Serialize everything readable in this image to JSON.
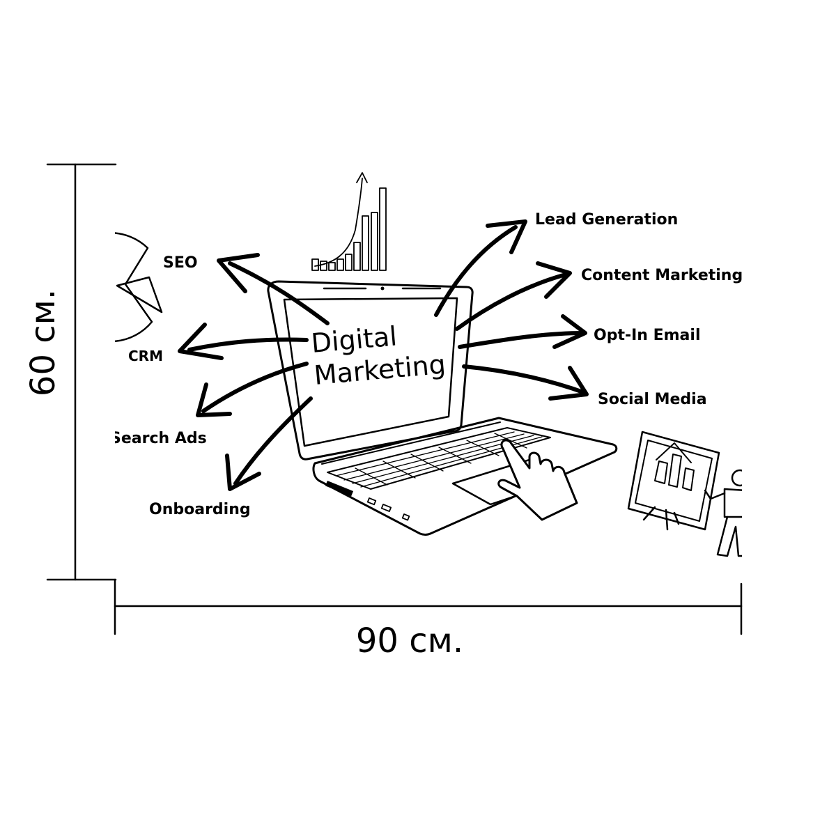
{
  "dimensions": {
    "height_label": "60 см.",
    "width_label": "90 см."
  },
  "diagram": {
    "center_line1": "Digital",
    "center_line2": "Marketing",
    "branches": {
      "seo": "SEO",
      "crm": "CRM",
      "search_ads": "Search Ads",
      "onboarding": "Onboarding",
      "lead_generation": "Lead Generation",
      "content_marketing": "Content Marketing",
      "opt_in_email": "Opt-In Email",
      "social_media": "Social Media"
    }
  },
  "colors": {
    "ink": "#000000",
    "background": "#ffffff"
  }
}
